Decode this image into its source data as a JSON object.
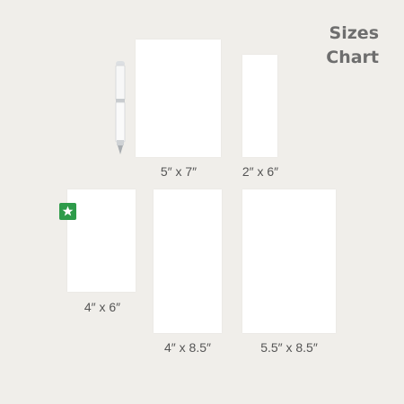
{
  "title": {
    "line1": "Sizes",
    "line2": "Chart"
  },
  "sizes": [
    {
      "label": "5″ x 7″"
    },
    {
      "label": "2″ x 6″"
    },
    {
      "label": "4″ x 6″",
      "featured": true
    },
    {
      "label": "4″ x 8.5″"
    },
    {
      "label": "5.5″ x 8.5″"
    }
  ],
  "icons": {
    "badge": "star-icon",
    "pen": "pen-icon"
  },
  "colors": {
    "background": "#f0eeea",
    "card": "#ffffff",
    "badge": "#2e9b4a",
    "text": "#555555",
    "title": "#6e6e6e"
  }
}
